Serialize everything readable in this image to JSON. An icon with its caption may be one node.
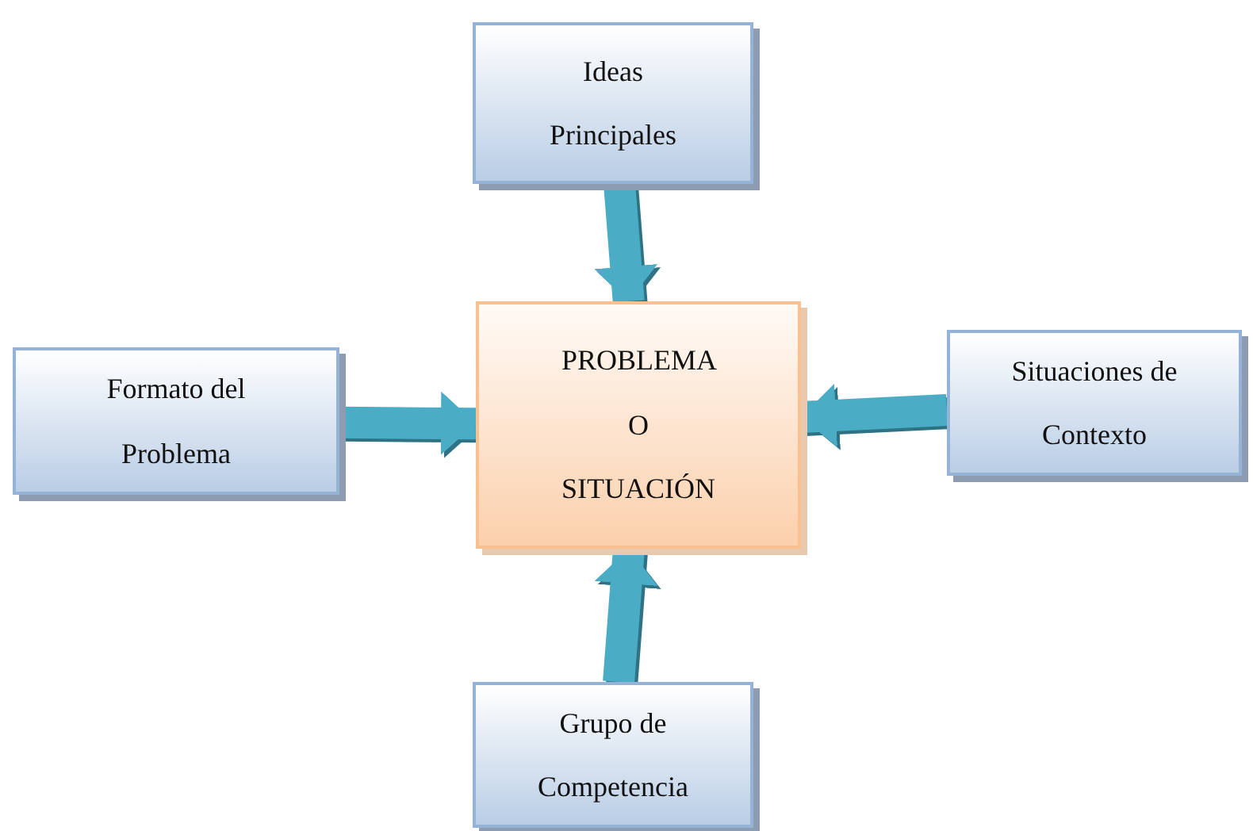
{
  "diagram": {
    "nodes": [
      {
        "text": [
          "Ideas Principales"
        ]
      },
      {
        "text": [
          "Formato del Problema"
        ]
      },
      {
        "text": [
          "PROBLEMA O SITUACIÓN"
        ]
      },
      {
        "text": [
          "Situaciones de Contexto"
        ]
      },
      {
        "text": [
          "Grupo de Competencia"
        ]
      }
    ],
    "edges": [
      {
        "from": 0,
        "to": 2,
        "arrow": "to"
      },
      {
        "from": 1,
        "to": 2,
        "arrow": "to"
      },
      {
        "from": 3,
        "to": 2,
        "arrow": "to"
      },
      {
        "from": 4,
        "to": 2,
        "arrow": "to"
      }
    ]
  }
}
